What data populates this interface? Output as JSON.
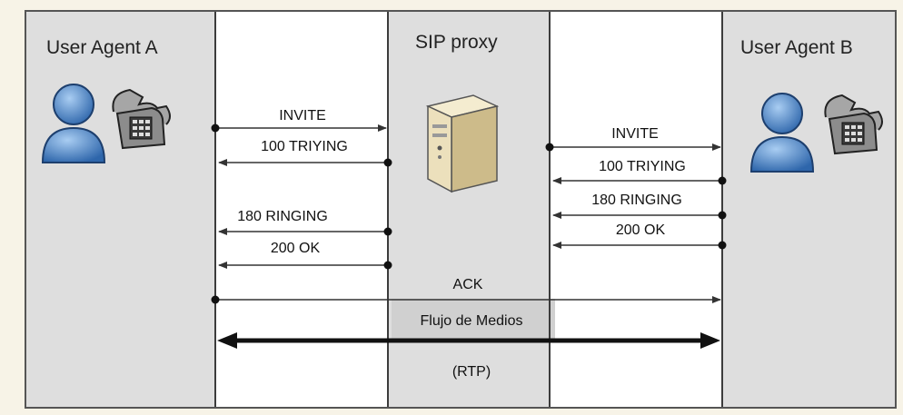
{
  "participants": {
    "a": "User Agent A",
    "proxy": "SIP proxy",
    "b": "User Agent B"
  },
  "messages_left": [
    {
      "label": "INVITE",
      "dir": "right"
    },
    {
      "label": "100 TRIYING",
      "dir": "left"
    },
    {
      "label": "180 RINGING",
      "dir": "left"
    },
    {
      "label": "200 OK",
      "dir": "left"
    }
  ],
  "messages_right": [
    {
      "label": "INVITE",
      "dir": "right"
    },
    {
      "label": "100 TRIYING",
      "dir": "left"
    },
    {
      "label": "180 RINGING",
      "dir": "left"
    },
    {
      "label": "200 OK",
      "dir": "left"
    }
  ],
  "ack": "ACK",
  "media": {
    "label": "Flujo de Medios",
    "protocol": "(RTP)"
  },
  "colors": {
    "user_blue": "#4d86c9",
    "server_beige": "#e9dcb4",
    "line": "#333333"
  },
  "icons": [
    "user-icon",
    "telephone-icon",
    "server-icon"
  ]
}
